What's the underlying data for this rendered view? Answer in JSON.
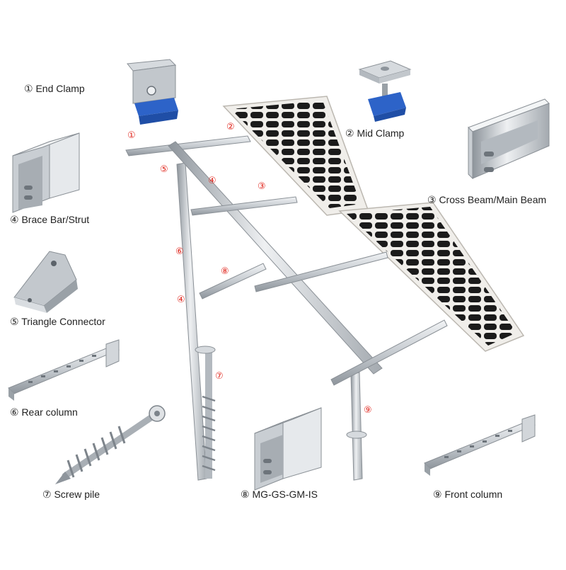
{
  "colors": {
    "steel_light": "#e4e7ea",
    "steel_mid": "#b9bec4",
    "steel_dark": "#7d848b",
    "panel_cell": "#1b1b1b",
    "panel_frame": "#f0eeea",
    "clamp_blue": "#2d63c8",
    "callout_red": "#e0241b"
  },
  "labels": {
    "end_clamp": "① End Clamp",
    "mid_clamp": "② Mid Clamp",
    "cross_beam": "③ Cross Beam/Main Beam",
    "brace_bar": "④ Brace Bar/Strut",
    "triangle_connector": "⑤ Triangle Connector",
    "rear_column": "⑥ Rear column",
    "screw_pile": "⑦ Screw pile",
    "mg_gs": "⑧ MG-GS-GM-IS",
    "front_column": "⑨ Front column"
  },
  "callouts": {
    "c1": "①",
    "c2": "②",
    "c3": "③",
    "c4a": "④",
    "c4b": "④",
    "c5": "⑤",
    "c6": "⑥",
    "c7": "⑦",
    "c8": "⑧",
    "c9": "⑨"
  }
}
